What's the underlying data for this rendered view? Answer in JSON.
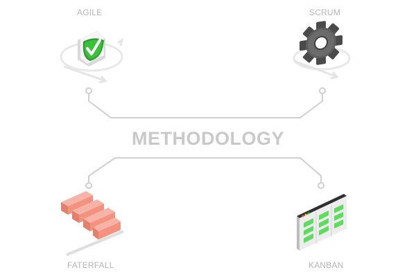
{
  "title": "METHODOLOGY",
  "nodes": {
    "agile": {
      "label": "AGILE",
      "icon": "checkmark-icon"
    },
    "scrum": {
      "label": "SCRUM",
      "icon": "gear-icon"
    },
    "waterfall": {
      "label": "FATERFALL",
      "icon": "waterfall-steps-icon"
    },
    "kanban": {
      "label": "KANBAN",
      "icon": "kanban-board-icon"
    }
  },
  "colors": {
    "connector": "#cfcfcf",
    "label": "#b4b4b4",
    "title": "#c9c9c9",
    "agile_green": "#3cc23a",
    "scrum_gear": "#6b6b6b",
    "waterfall_red": "#f2927f",
    "kanban_green": "#5fdc5f"
  }
}
